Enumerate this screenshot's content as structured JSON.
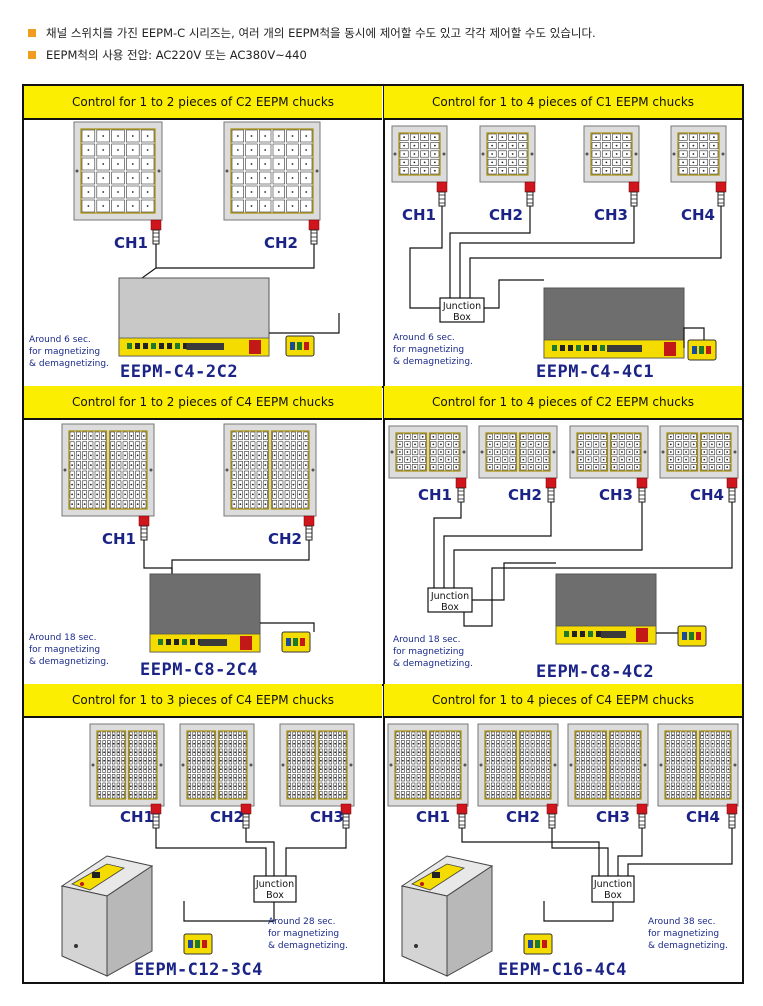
{
  "bullets": [
    "채널 스위치를 가진 EEPM-C 시리즈는, 여러 개의 EEPM척을 동시에 제어할 수도 있고 각각 제어할 수도 있습니다.",
    "EEPM척의 사용 전압: AC220V 또는 AC380V~440"
  ],
  "colors": {
    "header_bg": "#fcee00",
    "bullet": "#f29b1e",
    "label": "#1b2386",
    "note": "#1a2a8a"
  },
  "cells": [
    {
      "header": "Control for 1 to 2 pieces of C2 EEPM chucks",
      "model": "EEPM-C4-2C2",
      "note": [
        "Around 6 sec.",
        "for magnetizing",
        "& demagnetizing."
      ],
      "channels": [
        "CH1",
        "CH2"
      ]
    },
    {
      "header": "Control for 1 to 4 pieces of C1 EEPM chucks",
      "model": "EEPM-C4-4C1",
      "note": [
        "Around 6 sec.",
        "for magnetizing",
        "& demagnetizing."
      ],
      "channels": [
        "CH1",
        "CH2",
        "CH3",
        "CH4"
      ],
      "junction": [
        "Junction",
        "Box"
      ]
    },
    {
      "header": "Control for 1 to 2 pieces of C4 EEPM chucks",
      "model": "EEPM-C8-2C4",
      "note": [
        "Around 18 sec.",
        "for magnetizing",
        "& demagnetizing."
      ],
      "channels": [
        "CH1",
        "CH2"
      ]
    },
    {
      "header": "Control for 1 to 4 pieces of C2 EEPM chucks",
      "model": "EEPM-C8-4C2",
      "note": [
        "Around 18 sec.",
        "for magnetizing",
        "& demagnetizing."
      ],
      "channels": [
        "CH1",
        "CH2",
        "CH3",
        "CH4"
      ],
      "junction": [
        "Junction",
        "Box"
      ]
    },
    {
      "header": "Control for 1 to 3 pieces of C4 EEPM chucks",
      "model": "EEPM-C12-3C4",
      "note": [
        "Around 28 sec.",
        "for magnetizing",
        "& demagnetizing."
      ],
      "channels": [
        "CH1",
        "CH2",
        "CH3"
      ],
      "junction": [
        "Junction",
        "Box"
      ]
    },
    {
      "header": "Control for 1 to 4 pieces of C4 EEPM chucks",
      "model": "EEPM-C16-4C4",
      "note": [
        "Around 38 sec.",
        "for magnetizing",
        "& demagnetizing."
      ],
      "channels": [
        "CH1",
        "CH2",
        "CH3",
        "CH4"
      ],
      "junction": [
        "Junction",
        "Box"
      ]
    }
  ]
}
